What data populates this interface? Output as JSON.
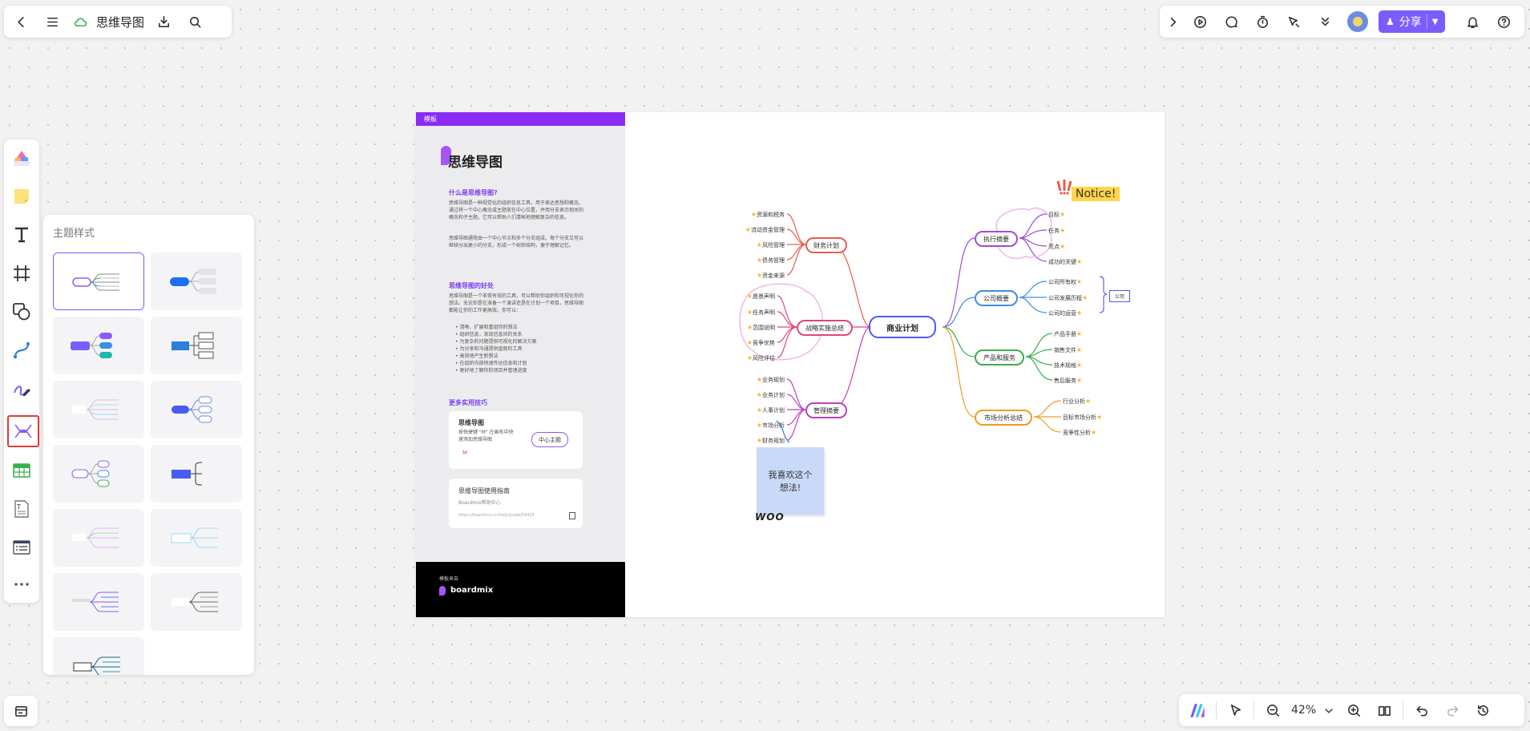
{
  "app": {
    "doc_title": "思维导图"
  },
  "toolbar": {
    "share_label": "分享",
    "zoom": "42%"
  },
  "theme_panel": {
    "title": "主题样式"
  },
  "colors": {
    "accent": "#7b5cff",
    "guide_header": "#8a2cf5",
    "selected_tool_border": "#e03a3a"
  },
  "guide": {
    "header": "模板",
    "title": "思维导图",
    "sec1_title": "什么是思维导图?",
    "sec1_p1": "思维导图是一种视觉化的组织信息工具，用于表达思想和概念。通过将一个中心概念或主题放在中心位置，并用分支表示相关的概念和子主题，它可以帮助人们清晰地理解复杂的信息。",
    "sec1_p2": "思维导图通常由一个中心节点和多个分支组成，每个分支又可以继续分出更小的分支，形成一个树状结构，便于理解记忆。",
    "sec2_title": "思维导图的好处",
    "sec2_p": "思维导图是一个非常有效的工具，可以帮助你组织和可视化你的想法。无论你是在准备一个演讲还是在计划一个项目，思维导图都能让你的工作更高效。你可以：",
    "bullets": [
      "清晰、扩展和重组你的想法",
      "组织信息，发现信息间的关系",
      "为复杂的问题提供可视化的解决方案",
      "为分享和沟通提供直观的工具",
      "高效地产生新想法",
      "在组织内部快速传达信息和计划",
      "更好地了解你的项目并管理进度"
    ],
    "sec3_title": "更多实用技巧",
    "card1_title": "思维导图",
    "card1_text": "按快捷键 \"M\" 在画布中快速添加思维导图",
    "card1_key": "M",
    "card1_button": "中心主题",
    "card2_title": "思维导图使用指南",
    "card2_sub": "Boardmix帮助中心",
    "card2_link": "https://boardmix.cn/help/guide/58425",
    "footer_label": "模板来自",
    "footer_brand": "boardmix"
  },
  "mindmap": {
    "center": "商业计划",
    "branches": [
      {
        "label": "财务计划",
        "color": "#e85d4a",
        "items": [
          "资源和税务",
          "流动资金管理",
          "风险管理",
          "债务管理",
          "资金来源"
        ]
      },
      {
        "label": "战略实施总结",
        "color": "#e0457b",
        "items": [
          "愿景声明",
          "任务声明",
          "范围说明",
          "竞争优势",
          "风险评估"
        ]
      },
      {
        "label": "管理摘要",
        "color": "#c23fbf",
        "items": [
          "业务规划",
          "业务计划",
          "人事计划",
          "市场分析",
          "财务规划"
        ]
      },
      {
        "label": "执行摘要",
        "color": "#a24bd6",
        "items": [
          "目标",
          "任务",
          "亮点",
          "成功的关键"
        ]
      },
      {
        "label": "公司概要",
        "color": "#3c8fe0",
        "items": [
          "公司所有权",
          "公司发展历程",
          "公司的运营"
        ]
      },
      {
        "label": "产品和服务",
        "color": "#3cae4e",
        "items": [
          "产品手册",
          "销售文件",
          "技术规格",
          "售后服务"
        ]
      },
      {
        "label": "市场分析总结",
        "color": "#f29c25",
        "items": [
          "行业分析",
          "目标市场分析",
          "竞争性分析"
        ]
      }
    ],
    "company_tag": "公司",
    "notice": "Notice!",
    "sticky": "我喜欢这个想法!",
    "woo": "WOO"
  }
}
